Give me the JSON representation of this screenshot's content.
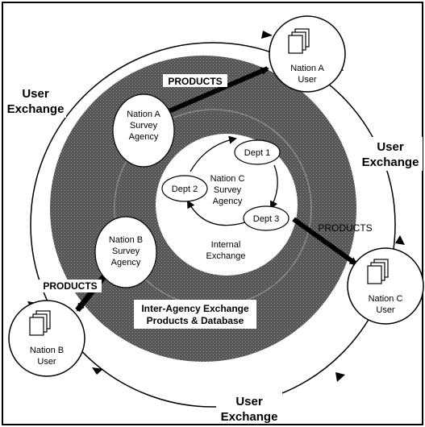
{
  "diagram": {
    "outer_labels": {
      "user_exchange_left_line1": "User",
      "user_exchange_left_line2": "Exchange",
      "user_exchange_right_line1": "User",
      "user_exchange_right_line2": "Exchange",
      "user_exchange_bottom_line1": "User",
      "user_exchange_bottom_line2": "Exchange"
    },
    "users": {
      "nation_a_line1": "Nation A",
      "nation_a_line2": "User",
      "nation_b_line1": "Nation B",
      "nation_b_line2": "User",
      "nation_c_line1": "Nation C",
      "nation_c_line2": "User"
    },
    "agencies": {
      "a_line1": "Nation A",
      "a_line2": "Survey",
      "a_line3": "Agency",
      "b_line1": "Nation B",
      "b_line2": "Survey",
      "b_line3": "Agency",
      "c_line1": "Nation C",
      "c_line2": "Survey",
      "c_line3": "Agency"
    },
    "departments": {
      "dept1": "Dept 1",
      "dept2": "Dept 2",
      "dept3": "Dept 3"
    },
    "internal_exchange_line1": "Internal",
    "internal_exchange_line2": "Exchange",
    "products_top": "PRODUCTS",
    "products_right": "PRODUCTS",
    "products_left": "PRODUCTS",
    "inter_agency_line1": "Inter-Agency Exchange",
    "inter_agency_line2": "Products & Database",
    "colors": {
      "ring_fill": "#4a4a4a",
      "inner_fill": "#ffffff",
      "ink": "#000000"
    }
  }
}
